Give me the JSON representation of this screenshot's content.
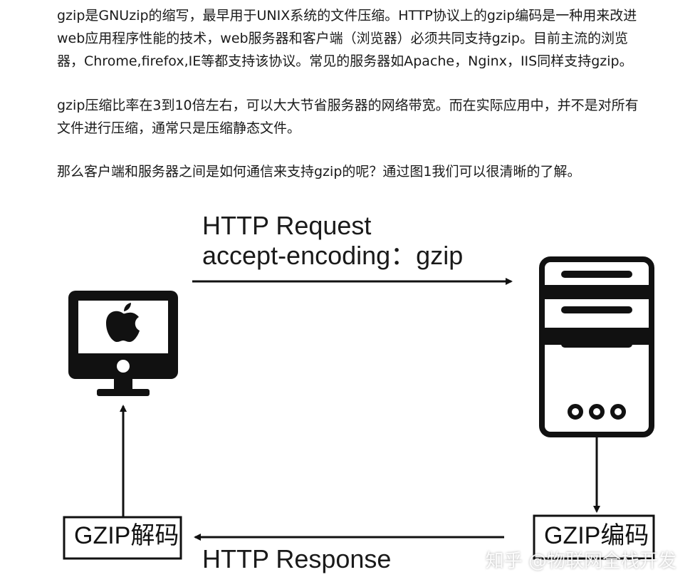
{
  "paragraphs": {
    "p1": [
      "gzip是GNUzip的缩写，最早用于UNIX系统的文件压缩。HTTP协议上的gzip编码是一种用来改进",
      "web应用程序性能的技术，web服务器和客户端（浏览器）必须共同支持gzip。目前主流的浏览",
      "器，Chrome,firefox,IE等都支持该协议。常见的服务器如Apache，Nginx，IIS同样支持gzip。"
    ],
    "p2": [
      "gzip压缩比率在3到10倍左右，可以大大节省服务器的网络带宽。而在实际应用中，并不是对所有",
      "文件进行压缩，通常只是压缩静态文件。"
    ],
    "p3": [
      "那么客户端和服务器之间是如何通信来支持gzip的呢？通过图1我们可以很清晰的了解。"
    ]
  },
  "diagram": {
    "request_title": "HTTP Request",
    "request_header": "accept-encoding：gzip",
    "response_title": "HTTP Response",
    "decode_box": "GZIP解码",
    "encode_box": "GZIP编码",
    "client_icon": "apple-monitor-icon",
    "server_icon": "server-tower-icon"
  },
  "watermark": "知乎 @物联网全栈开发"
}
